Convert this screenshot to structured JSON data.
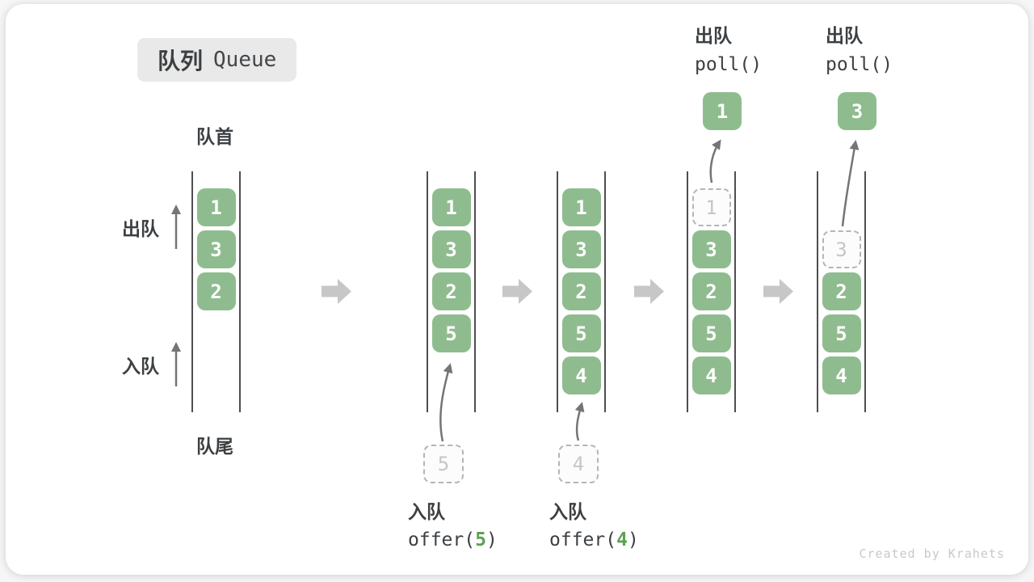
{
  "title": {
    "badge_zh": "队列",
    "badge_en": "Queue"
  },
  "labels": {
    "front": "队首",
    "rear": "队尾",
    "dequeue_side": "出队",
    "enqueue_side": "入队"
  },
  "operations": {
    "enqueue5": {
      "label": "入队",
      "pre": "offer(",
      "arg": "5",
      "post": ")"
    },
    "enqueue4": {
      "label": "入队",
      "pre": "offer(",
      "arg": "4",
      "post": ")"
    },
    "poll1": {
      "label": "出队",
      "code": "poll()",
      "value": "1"
    },
    "poll2": {
      "label": "出队",
      "code": "poll()",
      "value": "3"
    }
  },
  "queues": [
    {
      "cells": [
        {
          "v": "1"
        },
        {
          "v": "3"
        },
        {
          "v": "2"
        }
      ]
    },
    {
      "cells": [
        {
          "v": "1"
        },
        {
          "v": "3"
        },
        {
          "v": "2"
        },
        {
          "v": "5"
        }
      ]
    },
    {
      "cells": [
        {
          "v": "1"
        },
        {
          "v": "3"
        },
        {
          "v": "2"
        },
        {
          "v": "5"
        },
        {
          "v": "4"
        }
      ]
    },
    {
      "cells": [
        {
          "v": "1",
          "ghost": true
        },
        {
          "v": "3"
        },
        {
          "v": "2"
        },
        {
          "v": "5"
        },
        {
          "v": "4"
        }
      ]
    },
    {
      "cells": [
        {
          "v": "3",
          "ghost": true
        },
        {
          "v": "2"
        },
        {
          "v": "5"
        },
        {
          "v": "4"
        }
      ]
    }
  ],
  "watermark": "Created by Krahets",
  "colors": {
    "green": "#8FBC8F",
    "accent_green": "#5EA152",
    "dark_text": "#3C4043",
    "arrow_gray": "#757575",
    "block_arrow": "#C7C7C7",
    "ghost_border": "#B5B5B5",
    "ghost_text": "#C6C6C6",
    "badge_bg": "#E9E9E9",
    "line_color": "#4E4E4E",
    "watermark": "#C9C9C9"
  }
}
